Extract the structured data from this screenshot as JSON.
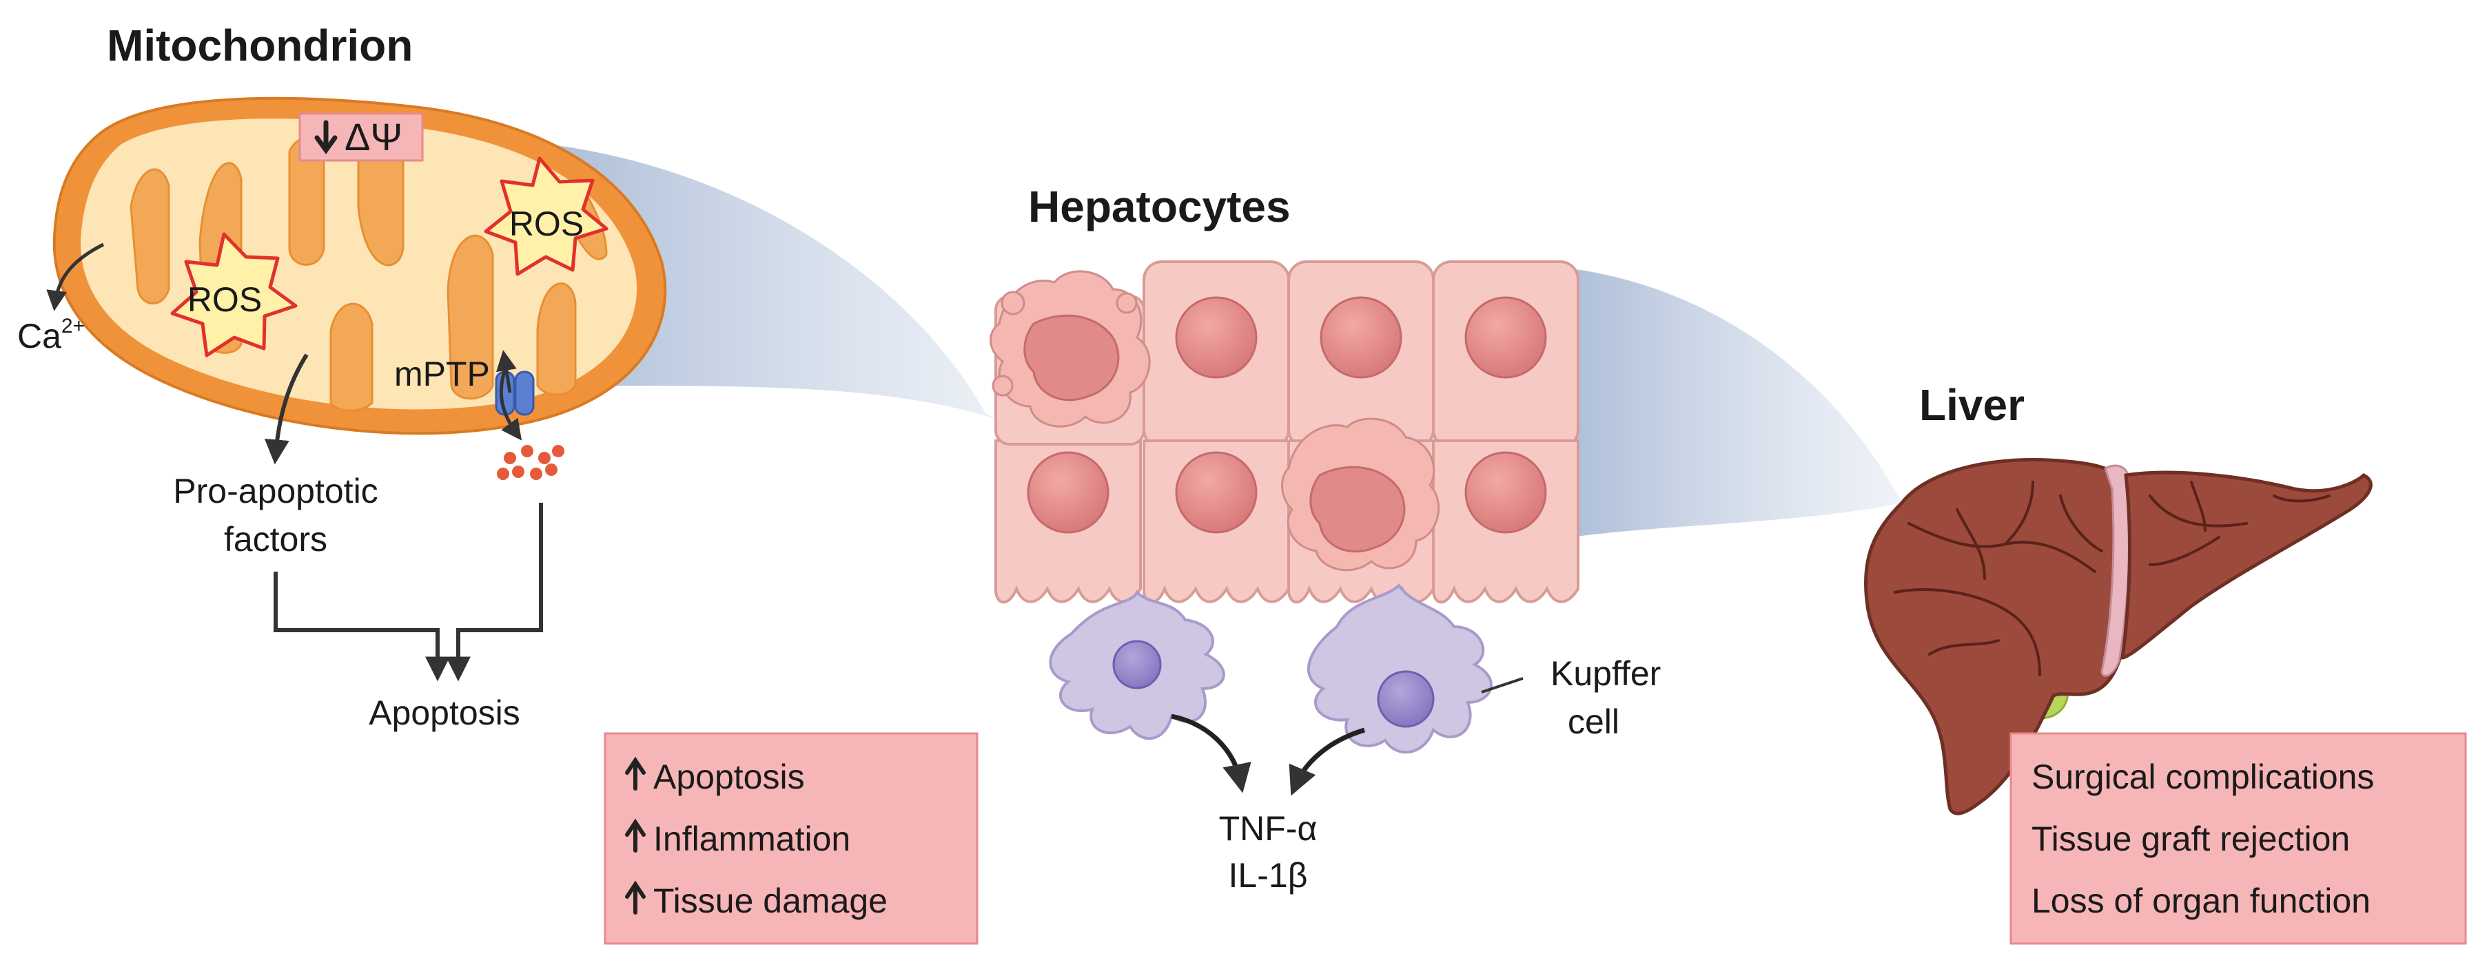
{
  "titles": {
    "mitochondrion": "Mitochondrion",
    "hepatocytes": "Hepatocytes",
    "liver": "Liver"
  },
  "mito": {
    "membrane_potential": "ΔΨ",
    "ros_label": "ROS",
    "calcium_label": "Ca",
    "calcium_charge": "2+",
    "mptp_label": "mPTP",
    "pro_apoptotic_line1": "Pro-apoptotic",
    "pro_apoptotic_line2": "factors",
    "apoptosis_label": "Apoptosis"
  },
  "cells": {
    "kupffer_line1": "Kupffer",
    "kupffer_line2": "cell",
    "cytokine1": "TNF-α",
    "cytokine2": "IL-1β"
  },
  "effects_box": {
    "items": [
      "Apoptosis",
      "Inflammation",
      "Tissue damage"
    ]
  },
  "outcomes_box": {
    "items": [
      "Surgical complications",
      "Tissue graft rejection",
      "Loss of organ function"
    ]
  },
  "colors": {
    "mito_outer": "#f0923a",
    "mito_inner": "#fde5b5",
    "hepatocyte": "#f7c9c4",
    "nucleus": "#e58c8c",
    "kupffer": "#cfc6e3",
    "liver": "#9b4a3c",
    "box_fill": "#f6b6b8"
  }
}
